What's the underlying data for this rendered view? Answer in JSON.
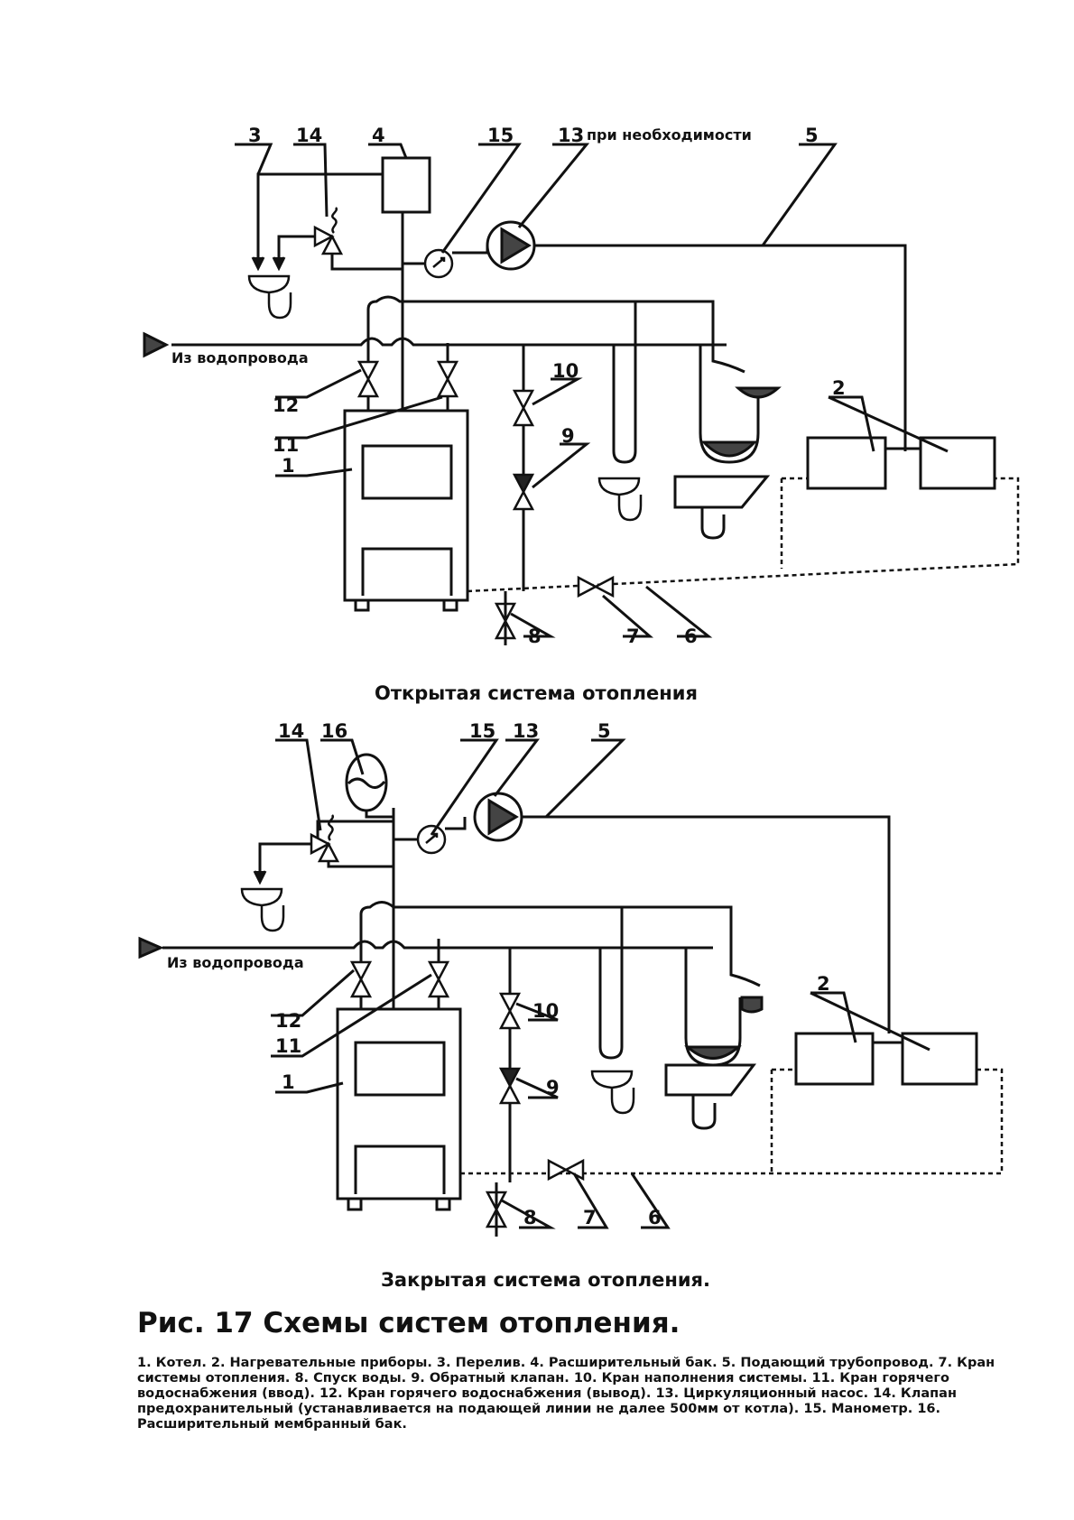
{
  "diagram_open": {
    "caption": "Открытая система отопления",
    "inlet_label": "Из водопровода",
    "labels": {
      "n1": "1",
      "n2": "2",
      "n3": "3",
      "n4": "4",
      "n5": "5",
      "n6": "6",
      "n7": "7",
      "n8": "8",
      "n9": "9",
      "n10": "10",
      "n11": "11",
      "n12": "12",
      "n13": "13",
      "n13_note": "при необходимости",
      "n14": "14",
      "n15": "15"
    }
  },
  "diagram_closed": {
    "caption": "Закрытая система отопления.",
    "inlet_label": "Из водопровода",
    "labels": {
      "n1": "1",
      "n2": "2",
      "n5": "5",
      "n6": "6",
      "n7": "7",
      "n8": "8",
      "n9": "9",
      "n10": "10",
      "n11": "11",
      "n12": "12",
      "n13": "13",
      "n14": "14",
      "n15": "15",
      "n16": "16"
    }
  },
  "figure": {
    "title": "Рис. 17 Схемы систем отопления.",
    "legend": "1. Котел. 2. Нагревательные приборы. 3. Перелив. 4. Расширительный бак. 5. Подающий трубопровод. 7. Кран системы отопления. 8. Спуск воды. 9. Обратный клапан. 10. Кран наполнения системы. 11. Кран горячего водоснабжения (ввод). 12. Кран горячего водоснабжения (вывод). 13. Циркуляционный насос. 14. Клапан предохранительный (устанавливается на подающей линии не далее 500мм от котла). 15. Манометр. 16. Расширительный мембранный бак."
  }
}
